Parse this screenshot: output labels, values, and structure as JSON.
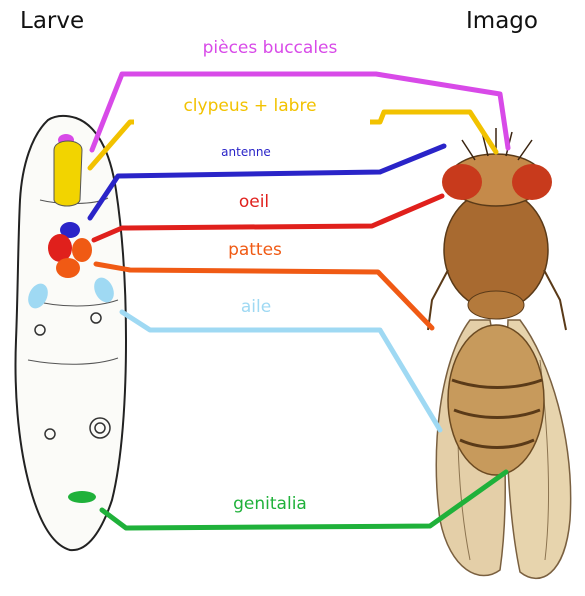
{
  "titles": {
    "left": "Larve",
    "right": "Imago"
  },
  "labels": [
    {
      "key": "pieces_buccales",
      "text": "pièces buccales",
      "color": "#d84ae8"
    },
    {
      "key": "clypeus_labre",
      "text": "clypeus + labre",
      "color": "#f2c200"
    },
    {
      "key": "antenne",
      "text": "antenne",
      "color": "#2a24c8"
    },
    {
      "key": "oeil",
      "text": "oeil",
      "color": "#e0201c"
    },
    {
      "key": "pattes",
      "text": "pattes",
      "color": "#f05a14"
    },
    {
      "key": "aile",
      "text": "aile",
      "color": "#9fd9f3"
    },
    {
      "key": "genitalia",
      "text": "genitalia",
      "color": "#1fb13a"
    }
  ],
  "colors": {
    "outline": "#222222",
    "fly_body": "#b87a3e",
    "fly_eye": "#c83a1c",
    "wing": "#e4cfa8"
  }
}
